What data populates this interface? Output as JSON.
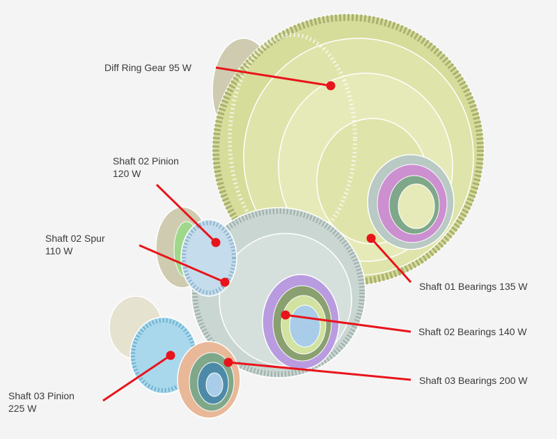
{
  "labels": {
    "diff_ring_gear": "Diff Ring Gear 95 W",
    "shaft02_pinion": [
      "Shaft 02 Pinion",
      "120 W"
    ],
    "shaft02_spur": [
      "Shaft 02 Spur",
      "110 W"
    ],
    "shaft03_pinion": [
      "Shaft 03 Pinion",
      "225 W"
    ],
    "shaft01_bearings": "Shaft 01 Bearings 135 W",
    "shaft02_bearings": "Shaft 02 Bearings 140 W",
    "shaft03_bearings": "Shaft 03 Bearings 200 W"
  },
  "colors": {
    "leader": "#e8141b",
    "ring_gear": "#d6dc9a",
    "spur_gear": "#c9d6d2",
    "pinion": "#a9d8ec",
    "bearing_shaft01": "#cc8fd0",
    "bearing_shaft02": "#b99be0",
    "bearing_shaft03": "#e8b898",
    "housing": "#cfcbb0"
  }
}
